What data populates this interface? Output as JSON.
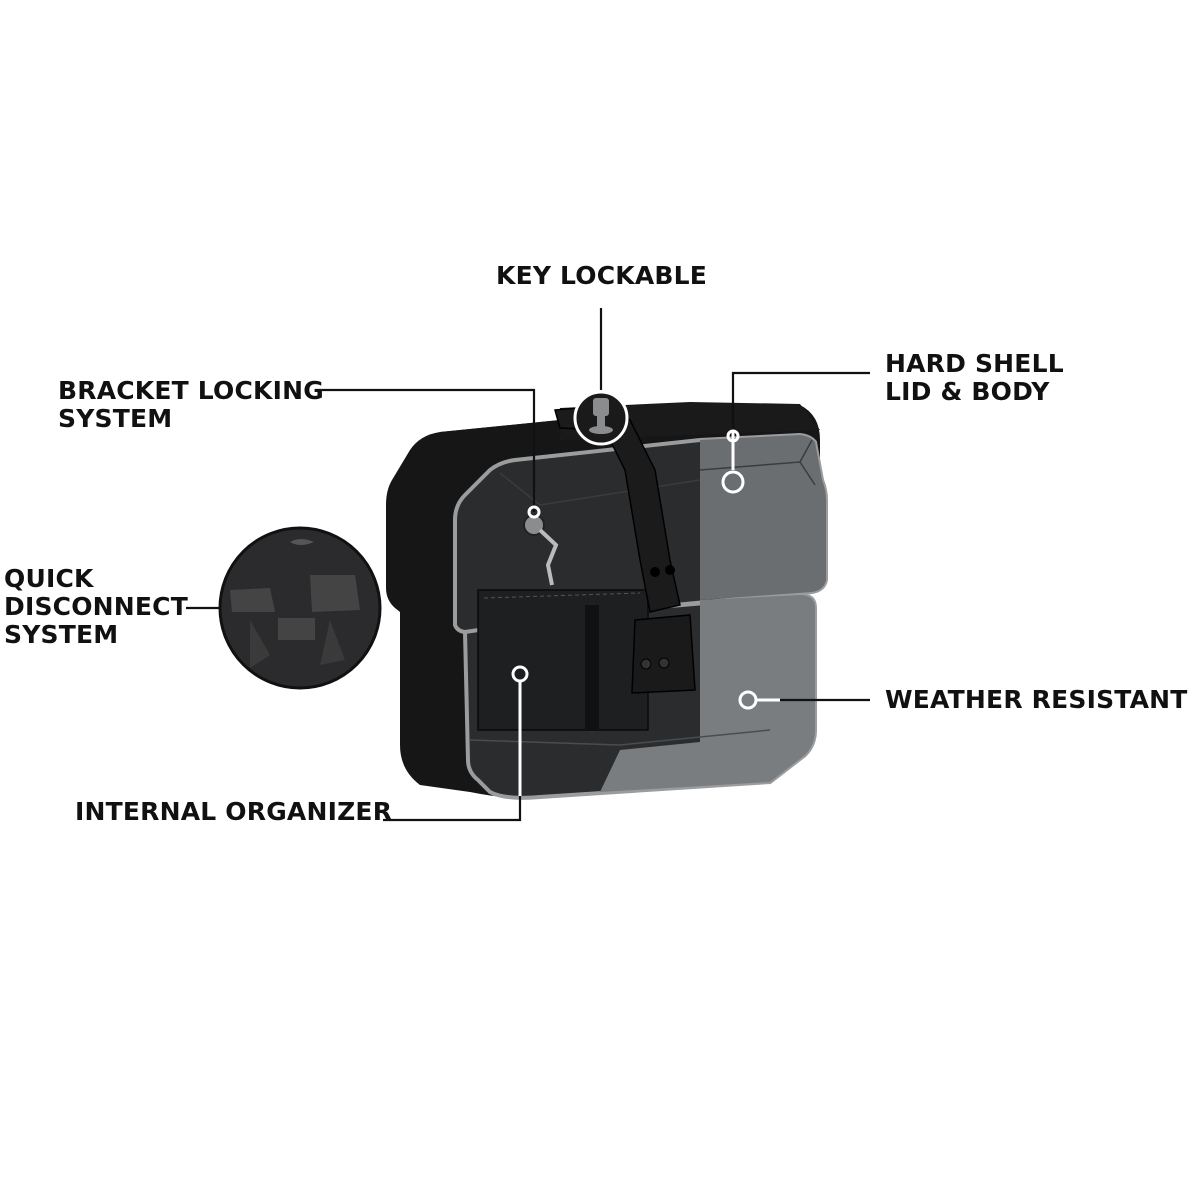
{
  "diagram": {
    "subject": "Hard shell saddlebag",
    "colors": {
      "background": "#ffffff",
      "text": "#111111",
      "shell_dark": "#161616",
      "lid_translucent": "#2a2c2e",
      "lid_light": "#6b6e71",
      "body_light": "#7a7d80",
      "rim": "#9a9c9e",
      "callout_marker": "#ffffff",
      "leader_line": "#111111"
    },
    "callouts": [
      {
        "id": "key-lockable",
        "label": "KEY LOCKABLE"
      },
      {
        "id": "bracket-locking-system",
        "label": "BRACKET LOCKING\nSYSTEM"
      },
      {
        "id": "hard-shell",
        "label": "HARD SHELL\nLID & BODY"
      },
      {
        "id": "quick-disconnect",
        "label": "QUICK\nDISCONNECT\nSYSTEM"
      },
      {
        "id": "weather-resistant",
        "label": "WEATHER RESISTANT"
      },
      {
        "id": "internal-organizer",
        "label": "INTERNAL ORGANIZER"
      }
    ]
  }
}
